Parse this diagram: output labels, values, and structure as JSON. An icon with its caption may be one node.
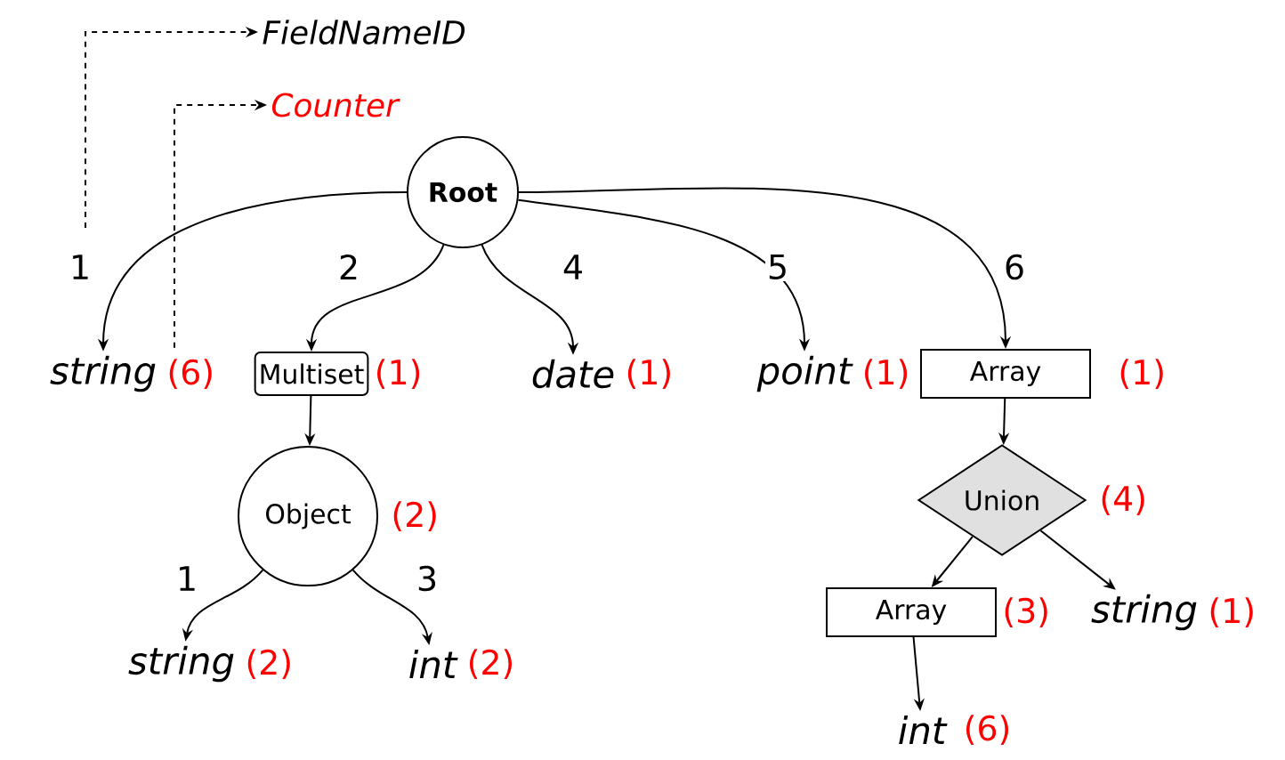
{
  "diagram": {
    "nodes": [
      {
        "text": [
          "Root"
        ]
      },
      {
        "text": [
          "string"
        ],
        "beside": [
          "(6)"
        ]
      },
      {
        "text": [
          "Multiset"
        ],
        "beside": [
          "(1)"
        ]
      },
      {
        "text": [
          "date"
        ],
        "beside": [
          "(1)"
        ]
      },
      {
        "text": [
          "point"
        ],
        "beside": [
          "(1)"
        ]
      },
      {
        "text": [
          "Array"
        ],
        "beside": [
          "(1)"
        ]
      },
      {
        "text": [
          "Object"
        ],
        "beside": [
          "(2)"
        ]
      },
      {
        "text": [
          "string"
        ],
        "beside": [
          "(2)"
        ]
      },
      {
        "text": [
          "int"
        ],
        "beside": [
          "(2)"
        ]
      },
      {
        "text": [
          "Union"
        ],
        "beside": [
          "(4)"
        ]
      },
      {
        "text": [
          "Array"
        ],
        "beside": [
          "(3)"
        ]
      },
      {
        "text": [
          "string"
        ],
        "beside": [
          "(1)"
        ]
      },
      {
        "text": [
          "int"
        ],
        "beside": [
          "(6)"
        ]
      },
      {
        "text": [
          "FieldNameID"
        ]
      },
      {
        "text": [
          "Counter"
        ]
      }
    ],
    "edges": [
      {
        "from": 0,
        "to": 1,
        "arrow": "to",
        "label": "1"
      },
      {
        "from": 0,
        "to": 2,
        "arrow": "to",
        "label": "2"
      },
      {
        "from": 0,
        "to": 3,
        "arrow": "to",
        "label": "4"
      },
      {
        "from": 0,
        "to": 4,
        "arrow": "to",
        "label": "5"
      },
      {
        "from": 0,
        "to": 5,
        "arrow": "to",
        "label": "6"
      },
      {
        "from": 2,
        "to": 6,
        "arrow": "to"
      },
      {
        "from": 6,
        "to": 7,
        "arrow": "to",
        "label": "1"
      },
      {
        "from": 6,
        "to": 8,
        "arrow": "to",
        "label": "3"
      },
      {
        "from": 5,
        "to": 9,
        "arrow": "to"
      },
      {
        "from": 9,
        "to": 10,
        "arrow": "to"
      },
      {
        "from": 9,
        "to": 11,
        "arrow": "to"
      },
      {
        "from": 10,
        "to": 12,
        "arrow": "to"
      },
      {
        "from": null,
        "to": 13,
        "arrow": "to",
        "style": "dashed"
      },
      {
        "from": 1,
        "to": 14,
        "arrow": "to",
        "style": "dashed"
      }
    ]
  }
}
